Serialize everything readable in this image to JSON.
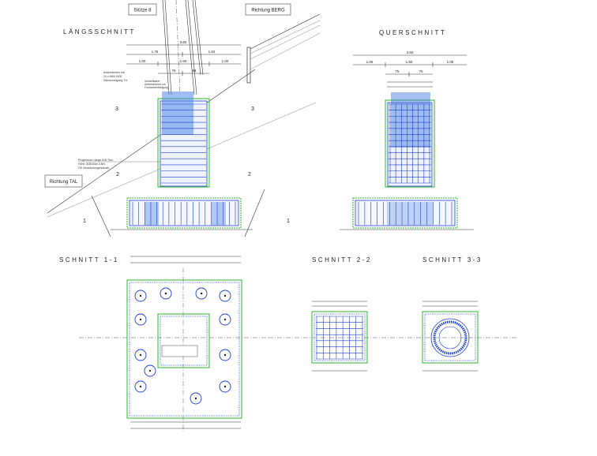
{
  "header": {
    "support_label": "Stütze 8",
    "direction_mountain": "Richtung BERG",
    "direction_valley": "Richtung TAL"
  },
  "sections": {
    "longitudinal": "LÄNGSSCHNITT",
    "cross": "QUERSCHNITT",
    "section_1": "SCHNITT 1-1",
    "section_2": "SCHNITT 2-2",
    "section_3": "SCHNITT 3-3"
  },
  "longitudinal_dims": {
    "total": "3.60",
    "left": "1.76",
    "right": "1.84",
    "outer_left": "1.00",
    "middle": "1.60",
    "outer_right": "1.00",
    "inner_left": "76",
    "inner_right": "84"
  },
  "cross_dims": {
    "total": "3.60",
    "left": "1.05",
    "middle": "1.50",
    "right": "1.05",
    "inner_left": "75",
    "inner_right": "75"
  },
  "annotations": {
    "anchors_note_1": "Ankerrahmen mit",
    "anchors_note_2": "24 x M45-1500",
    "anchors_note_3": "Stützenneigung 7%",
    "frame_note_1": "Verstellbarer",
    "frame_note_2": "Ankerrahmen zur",
    "frame_note_3": "Fundamentneigung",
    "progressive_1": "Progressive Länge 815.76m",
    "progressive_2": "Höhe 1535.84m ü.NN",
    "progressive_3": "OK Verankerungsrahmen",
    "section_mark_1": "1",
    "section_mark_2": "2",
    "section_mark_3": "3"
  }
}
